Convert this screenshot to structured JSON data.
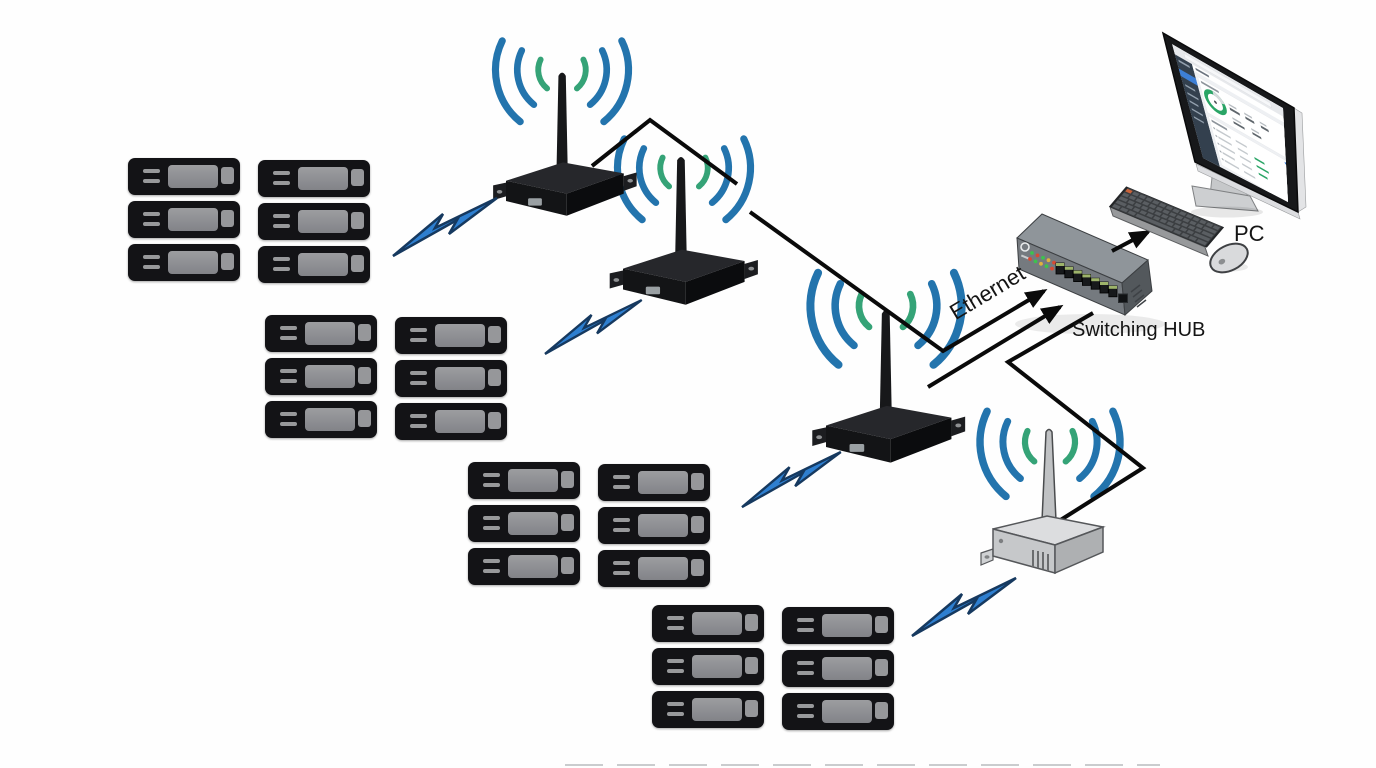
{
  "labels": {
    "ethernet": "Ethernet",
    "switching_hub": "Switching HUB",
    "pc": "PC"
  },
  "colors": {
    "wifi_blue": "#2374ad",
    "wifi_green": "#35a377",
    "bolt_blue": "#2e7fd0",
    "line_black": "#0a0a0a",
    "device_body": "#131316",
    "device_screen": "#8e9092",
    "hub_body": "#757a7f",
    "accent_green": "#2aa566",
    "sidebar_dark": "#33404e",
    "selection_blue": "#3d7fd6"
  },
  "icons": {
    "wireless_link": "lightning-bolt-icon",
    "wifi_signal": "wifi-signal-icon"
  },
  "nodes": {
    "wireless_gateways": [
      {
        "name": "wireless-gateway-1"
      },
      {
        "name": "wireless-gateway-2"
      },
      {
        "name": "wireless-gateway-3"
      }
    ],
    "wireless_receiver": {
      "name": "wireless-receiver"
    },
    "switching_hub": {
      "label": "Switching HUB",
      "rj45_ports": 7,
      "uplink_ports": 1
    },
    "pc": {
      "label": "PC",
      "components": [
        "monitor",
        "keyboard",
        "mouse"
      ]
    },
    "device_groups": [
      {
        "name": "meter-group-1",
        "count": 6,
        "columns": 2,
        "rows": 3
      },
      {
        "name": "meter-group-2",
        "count": 6,
        "columns": 2,
        "rows": 3
      },
      {
        "name": "meter-group-3",
        "count": 6,
        "columns": 2,
        "rows": 3
      },
      {
        "name": "meter-group-4",
        "count": 6,
        "columns": 2,
        "rows": 3
      }
    ]
  },
  "links": {
    "wireless_links": 4,
    "ethernet_links_to_hub": 2,
    "hub_to_pc_links": 1
  }
}
